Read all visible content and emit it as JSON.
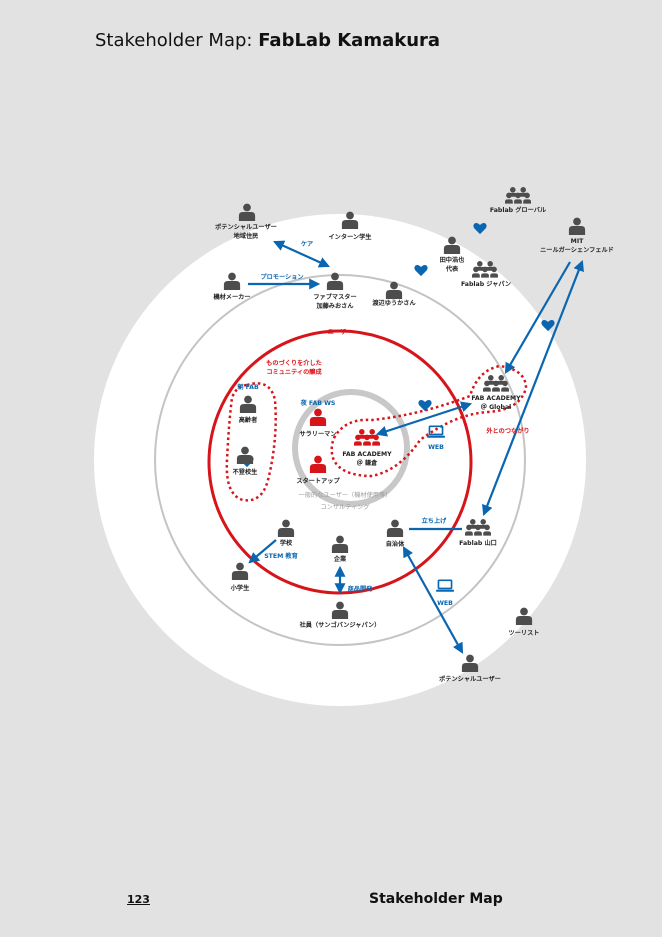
{
  "header": {
    "title_prefix": "Stakeholder Map: ",
    "title_bold": "FabLab Kamakura"
  },
  "footer": {
    "page_number": "123",
    "title": "Stakeholder Map"
  },
  "colors": {
    "red": "#d7141a",
    "blue": "#0a66b0",
    "gray": "#4d4d4d",
    "ring": "#b9b9b9"
  },
  "zones": {
    "user_zone": "ユーザー",
    "community": [
      "ものづくりを介した",
      "コミュニティの醸成"
    ],
    "weekend_fab": "朝 FAB",
    "night_fab": "夜 FAB WS",
    "general_users": "一般的なユーザー（機材使用等）",
    "consulting": "コンサルティング",
    "outside_links": "外とのつながり"
  },
  "people": {
    "potential_local": [
      "ポテンシャルユーザー",
      "地域住民"
    ],
    "intern": "インターン学生",
    "tanaka": [
      "田中浩也",
      "代表"
    ],
    "fablab_global": "Fablab グローバル",
    "mit": [
      "MIT",
      "ニールガーシェンフェルド"
    ],
    "fablab_japan": "Fablab ジャパン",
    "equipment_maker": "機材メーカー",
    "fab_master": [
      "ファブマスター",
      "加藤みおさん"
    ],
    "watanabe": "渡辺ゆうかさん",
    "elderly": "高齢者",
    "truant": "不登校生",
    "salaryman": "サラリーマン",
    "startup": "スタートアップ",
    "fab_academy_kamakura": [
      "FAB ACADEMY",
      "＠ 鎌倉"
    ],
    "fab_academy_global": [
      "FAB ACADEMY",
      "＠ Global"
    ],
    "school": "学校",
    "company": "企業",
    "local_gov": "自治体",
    "fablab_yamaguchi": "Fablab 山口",
    "elementary": "小学生",
    "employee": "社員（サンゴバンジャパン）",
    "tourist": "ツーリスト",
    "potential_user": "ポテンシャルユーザー"
  },
  "relations": {
    "care": "ケア",
    "promotion": "プロモーション",
    "web": "WEB",
    "launch": "立ち上げ",
    "stem": "STEM 教育",
    "product_dev": "商品開発"
  }
}
